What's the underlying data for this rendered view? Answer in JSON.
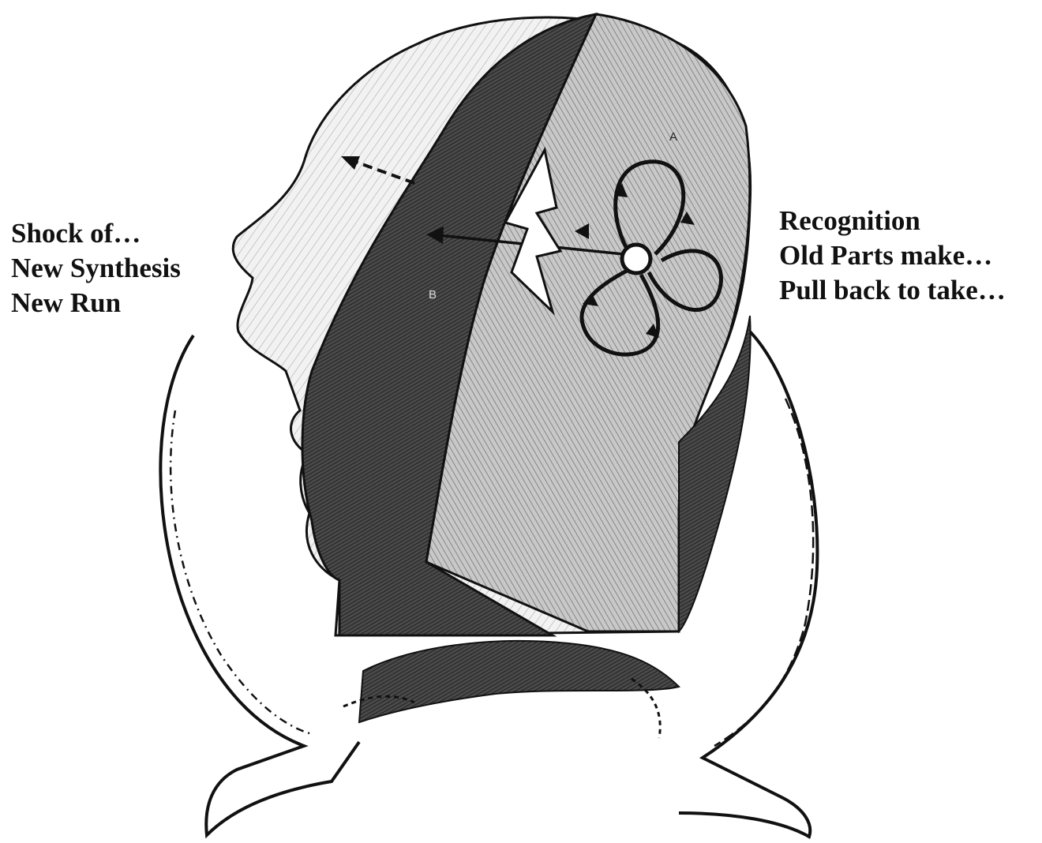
{
  "left_caption": {
    "lines": [
      "Shock of…",
      "New Synthesis",
      "New Run"
    ]
  },
  "right_caption": {
    "lines": [
      "Recognition",
      "Old Parts make…",
      "Pull back to take…"
    ]
  },
  "head_labels": {
    "a": "A",
    "b": "B"
  },
  "colors": {
    "ink": "#111111",
    "dark_plane": "#3a3a3a",
    "mid_plane": "#9a9a9a",
    "light_plane": "#e6e6e6",
    "paper": "#ffffff"
  },
  "icons": [
    "head-profile-icon",
    "lightning-bolt-icon",
    "three-loop-cycle-icon",
    "hands-icon"
  ]
}
